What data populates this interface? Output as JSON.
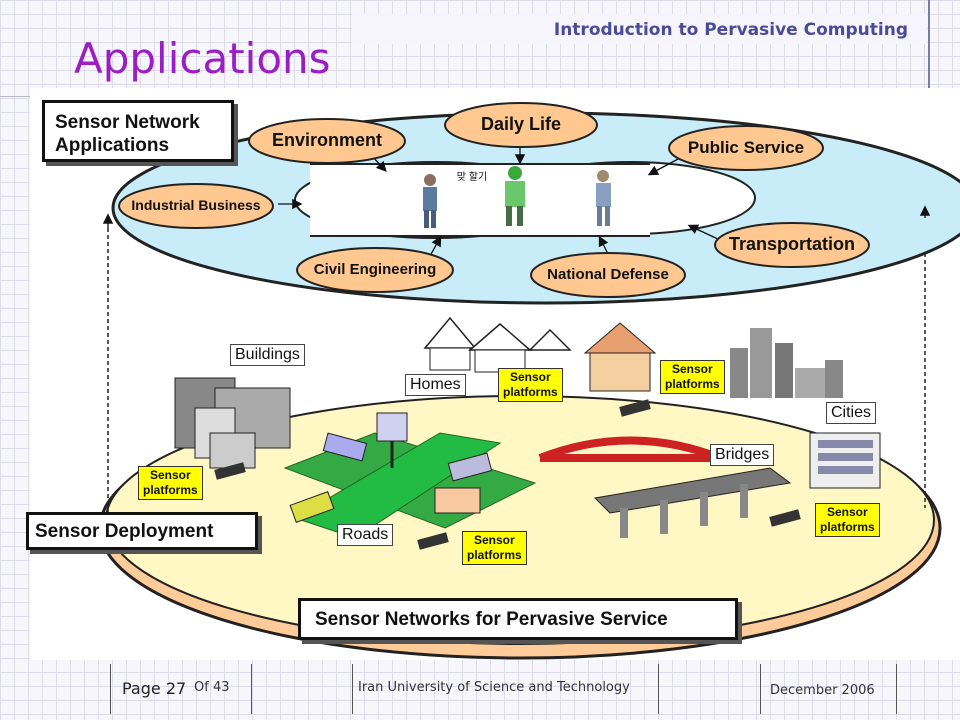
{
  "header": {
    "subtitle": "Introduction to Pervasive Computing",
    "title": "Applications"
  },
  "diagram": {
    "top_box": "Sensor Network\nApplications",
    "apps": {
      "environment": "Environment",
      "daily_life": "Daily Life",
      "public_service": "Public Service",
      "industrial": "Industrial Business",
      "transportation": "Transportation",
      "civil": "Civil Engineering",
      "national_defense": "National Defense"
    },
    "sign_text": "맞 할기",
    "locations": {
      "buildings": "Buildings",
      "homes": "Homes",
      "cities": "Cities",
      "bridges": "Bridges",
      "roads": "Roads"
    },
    "sensor_platforms": "Sensor\nplatforms",
    "sensor_deployment": "Sensor Deployment",
    "bottom_box": "Sensor Networks for Pervasive Service"
  },
  "footer": {
    "page": "Page 27",
    "of": "Of 43",
    "university": "Iran University of Science and Technology",
    "date": "December 2006"
  },
  "colors": {
    "title": "#9b1ec4",
    "subtitle": "#4a4a9a",
    "app_oval": "#ffc890",
    "top_ring": "#c8ecf8",
    "bottom_ring": "#fff7c4",
    "sensor_label": "#ffff00"
  }
}
